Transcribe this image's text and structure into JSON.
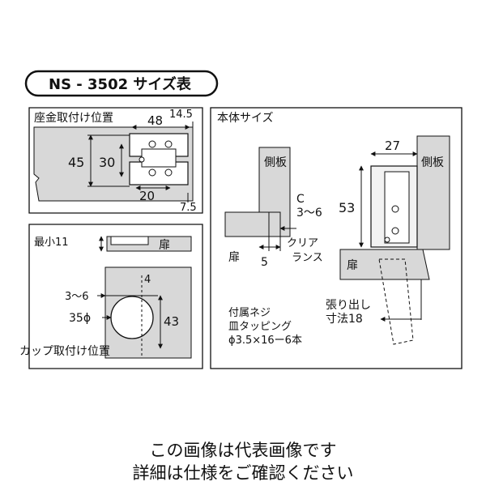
{
  "title": "NS - 3502 サイズ表",
  "plate_panel": {
    "heading": "座金取付け位置",
    "dims": {
      "w48": "48",
      "w14_5": "14.5",
      "h45": "45",
      "h30": "30",
      "w20": "20",
      "v7_5": "7.5"
    }
  },
  "cup_panel": {
    "min_label": "最小11",
    "door_label": "扉",
    "heading": "カップ取付け位置",
    "dims": {
      "d4": "4",
      "d3_6": "3～6",
      "dia": "35ϕ",
      "h43": "43"
    }
  },
  "body_panel": {
    "heading": "本体サイズ",
    "side_panel_left": "側板",
    "side_panel_right": "側板",
    "door_left": "扉",
    "door_right": "扉",
    "c_label": "C",
    "c_range": "3～6",
    "clearance_line1": "クリア",
    "clearance_line2": "ランス",
    "d5": "5",
    "d27": "27",
    "d53": "53",
    "overhang_line1": "張り出し",
    "overhang_line2": "寸法18",
    "screws_line1": "付属ネジ",
    "screws_line2": "皿タッピング",
    "screws_line3": "ϕ3.5×16ー6本"
  },
  "footer": {
    "line1": "この画像は代表画像です",
    "line2": "詳細は仕様をご確認ください"
  }
}
